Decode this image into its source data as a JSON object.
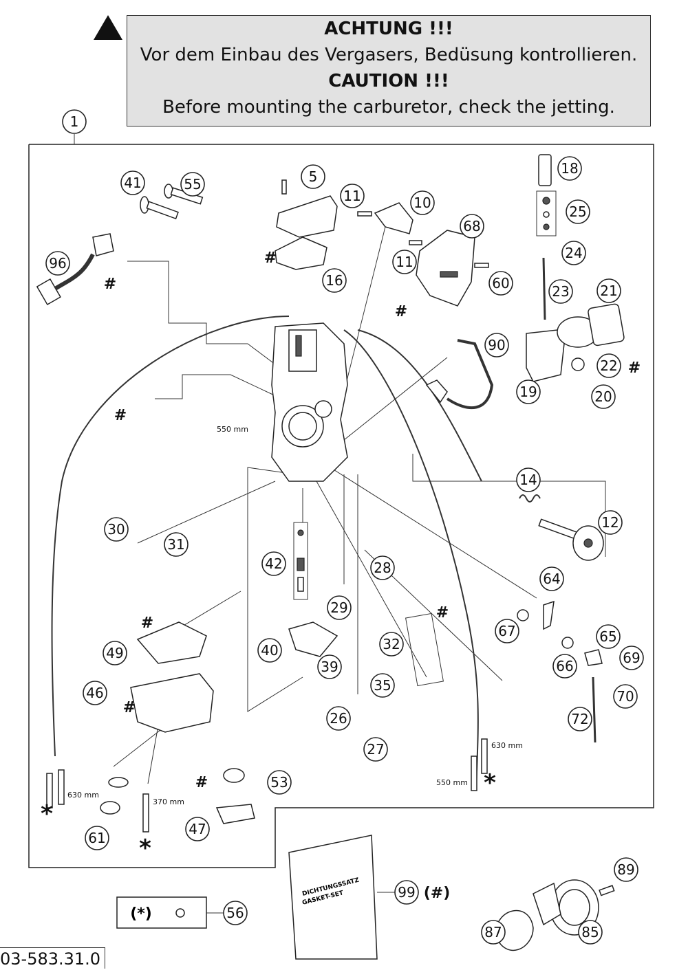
{
  "caution_box": {
    "title_de": "ACHTUNG !!!",
    "text_de": "Vor dem Einbau des Vergasers, Bedüsung kontrollieren.",
    "title_en": "CAUTION !!!",
    "text_en": "Before mounting the carburetor, check the jetting."
  },
  "assembly_number": "1",
  "callouts": [
    "5",
    "10",
    "11",
    "11",
    "12",
    "14",
    "16",
    "18",
    "19",
    "20",
    "21",
    "22",
    "23",
    "24",
    "25",
    "26",
    "27",
    "28",
    "29",
    "30",
    "31",
    "32",
    "35",
    "39",
    "40",
    "41",
    "42",
    "46",
    "47",
    "49",
    "53",
    "55",
    "56",
    "60",
    "61",
    "64",
    "65",
    "66",
    "67",
    "68",
    "69",
    "70",
    "72",
    "85",
    "87",
    "89",
    "90",
    "96",
    "99"
  ],
  "marks": {
    "hash": "#",
    "asterisk": "*",
    "hash_paren": "(#)",
    "asterisk_paren": "(*)"
  },
  "dimensions": {
    "d550_left": "550 mm",
    "d630_left": "630 mm",
    "d370": "370 mm",
    "d630_right": "630 mm",
    "d550_right": "550 mm"
  },
  "gasket_set_label": {
    "line1": "DICHTUNGSSATZ",
    "line2": "GASKET-SET"
  },
  "drawing_code": "03-583.31.0"
}
